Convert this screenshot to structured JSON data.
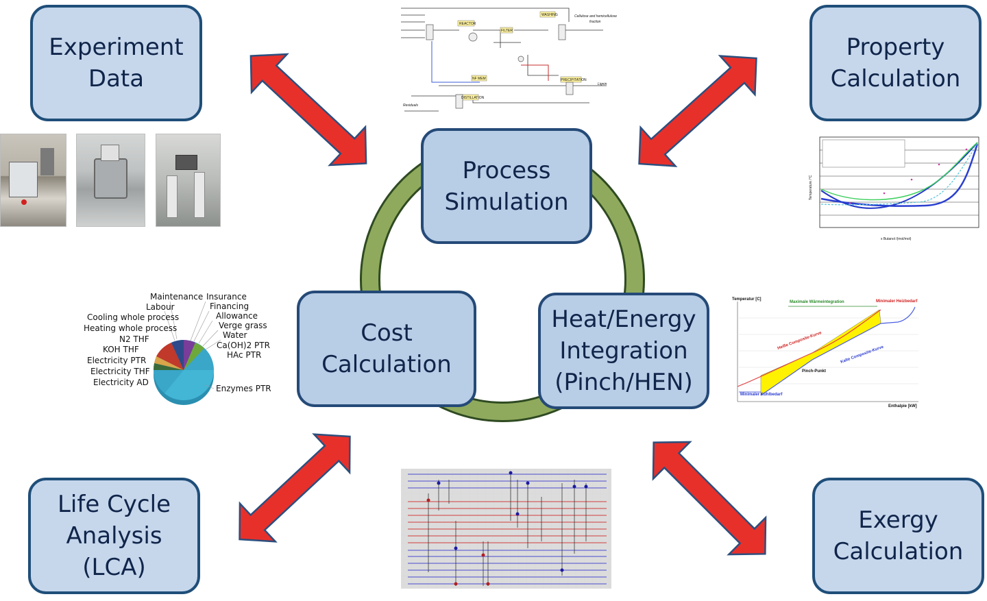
{
  "nodes": {
    "experiment": [
      "Experiment",
      "Data"
    ],
    "property": [
      "Property",
      "Calculation"
    ],
    "process": [
      "Process",
      "Simulation"
    ],
    "cost": [
      "Cost",
      "Calculation"
    ],
    "heat": [
      "Heat/Energy",
      "Integration",
      "(Pinch/HEN)"
    ],
    "lca": [
      "Life Cycle",
      "Analysis",
      "(LCA)"
    ],
    "exergy": [
      "Exergy",
      "Calculation"
    ]
  },
  "pie": {
    "labels_left": [
      "Maintenance",
      "Labour",
      "Cooling whole process",
      "Heating whole process",
      "N2 THF",
      "KOH THF",
      "Electricity PTR",
      "Electricity THF",
      "Electricity AD"
    ],
    "labels_right": [
      "Insurance",
      "Financing",
      "Allowance",
      "Verge grass",
      "Water",
      "Ca(OH)2 PTR",
      "HAc PTR",
      "Enzymes PTR"
    ],
    "dominant_color": "#3aa6c8"
  },
  "pinch": {
    "y_axis": "Temperatur [C]",
    "x_axis": "Enthalpie [kW]",
    "top_label": "Maximale Wärmeintegration",
    "top_right": "Minimaler Heizbedarf",
    "hot_curve": "Heiße Composite-Kurve",
    "cold_curve": "Kalte Composite-Kurve",
    "pinch": "Pinch-Punkt",
    "bottom_left": "Minimaler Kühlbedarf"
  },
  "property_plot": {
    "y_axis": "Temperature /°C",
    "x_axis": "x Butanol /(mol/mol)"
  },
  "flowsheet": {
    "units": [
      "REACTOR",
      "FILTER",
      "WASHING",
      "PRECIPITATION",
      "NF MEM",
      "DISTILLATION"
    ],
    "notes": [
      "Cellulose and hemicellulose fraction",
      "Lignin",
      "Residuals"
    ]
  },
  "colors": {
    "box_fill": "#c6d7ec",
    "box_border": "#1f4e79",
    "ring": "#8faa5c",
    "arrow": "#e8302b",
    "arrow_border": "#2b4f7e"
  }
}
